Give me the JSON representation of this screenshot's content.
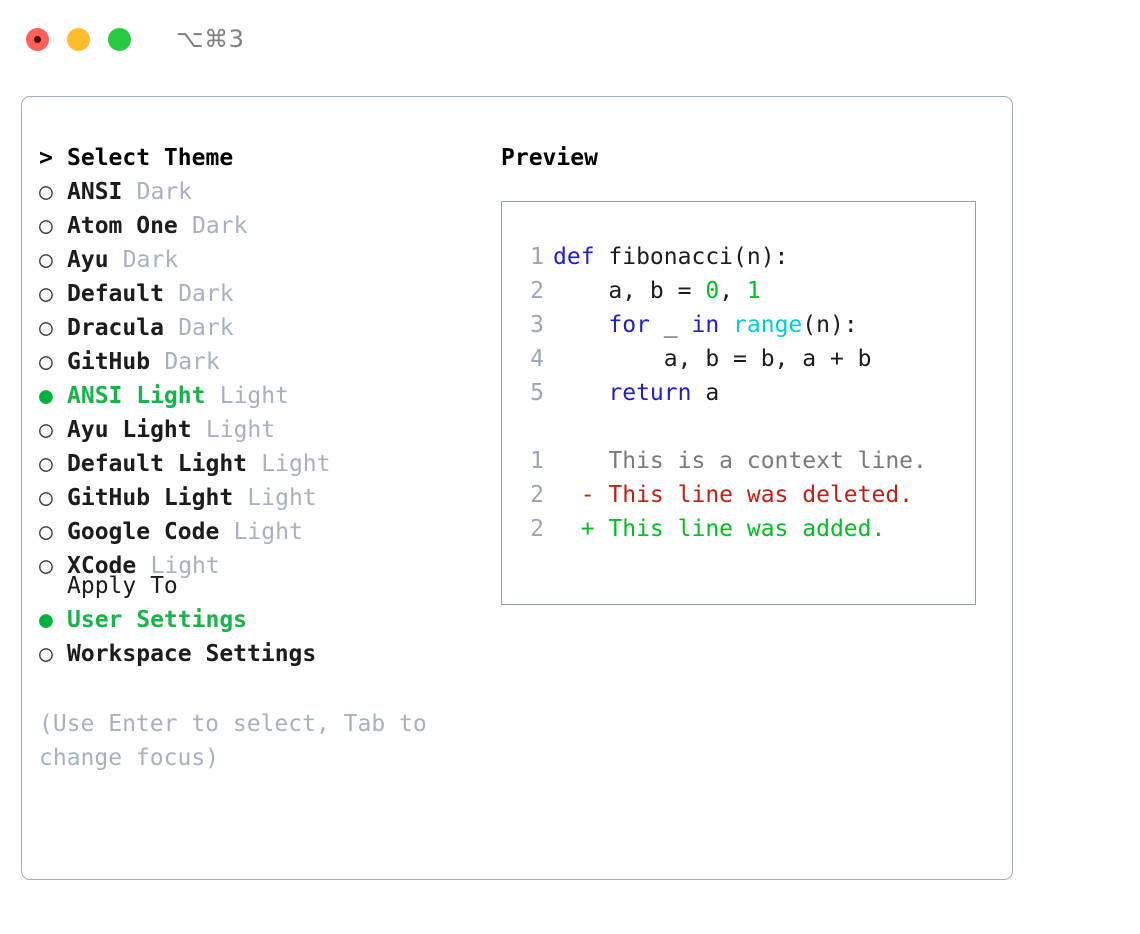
{
  "window": {
    "shortcut_label": "⌥⌘3",
    "traffic_lights": [
      {
        "name": "close",
        "color": "#ff6159",
        "pip_color": "#4d0000"
      },
      {
        "name": "minimize",
        "color": "#ffbd2e"
      },
      {
        "name": "zoom",
        "color": "#28c840"
      }
    ]
  },
  "colors": {
    "accent_green": "#17b44a",
    "muted": "#a7b1c0",
    "border": "#a3aebd",
    "preview_border": "#92a0b3",
    "keyword_blue": "#1d1dd6",
    "function_cyan": "#00cfcf",
    "number_green": "#00bf23",
    "diff_delete_red": "#c21f13",
    "diff_add_green": "#00bf23",
    "gutter_gray": "#9aa6b6"
  },
  "theme_picker": {
    "header_prefix": ">",
    "header_label": "Select Theme",
    "bullet_selected": "●",
    "bullet_unselected": "○",
    "items": [
      {
        "name": "ANSI",
        "kind": "Dark",
        "selected": false
      },
      {
        "name": "Atom One",
        "kind": "Dark",
        "selected": false
      },
      {
        "name": "Ayu",
        "kind": "Dark",
        "selected": false
      },
      {
        "name": "Default",
        "kind": "Dark",
        "selected": false
      },
      {
        "name": "Dracula",
        "kind": "Dark",
        "selected": false
      },
      {
        "name": "GitHub",
        "kind": "Dark",
        "selected": false
      },
      {
        "name": "ANSI Light",
        "kind": "Light",
        "selected": true
      },
      {
        "name": "Ayu Light",
        "kind": "Light",
        "selected": false
      },
      {
        "name": "Default Light",
        "kind": "Light",
        "selected": false
      },
      {
        "name": "GitHub Light",
        "kind": "Light",
        "selected": false
      },
      {
        "name": "Google Code",
        "kind": "Light",
        "selected": false
      },
      {
        "name": "XCode",
        "kind": "Light",
        "selected": false
      }
    ]
  },
  "apply_to": {
    "label": "Apply To",
    "options": [
      {
        "name": "User Settings",
        "selected": true
      },
      {
        "name": "Workspace Settings",
        "selected": false
      }
    ]
  },
  "hint": {
    "text": "(Use Enter to select, Tab to change focus)"
  },
  "preview": {
    "title": "Preview",
    "code_lines": [
      {
        "num": "1",
        "indent": "",
        "tokens": [
          {
            "t": "def",
            "c": "kw"
          },
          {
            "t": " fibonacci(n):",
            "c": "plain"
          }
        ]
      },
      {
        "num": "2",
        "indent": "    ",
        "tokens": [
          {
            "t": "a, b = ",
            "c": "plain"
          },
          {
            "t": "0",
            "c": "num"
          },
          {
            "t": ", ",
            "c": "plain"
          },
          {
            "t": "1",
            "c": "num"
          }
        ]
      },
      {
        "num": "3",
        "indent": "    ",
        "tokens": [
          {
            "t": "for",
            "c": "kw"
          },
          {
            "t": " _ ",
            "c": "plain"
          },
          {
            "t": "in",
            "c": "kw"
          },
          {
            "t": " ",
            "c": "plain"
          },
          {
            "t": "range",
            "c": "fn"
          },
          {
            "t": "(n):",
            "c": "plain"
          }
        ]
      },
      {
        "num": "4",
        "indent": "        ",
        "tokens": [
          {
            "t": "a, b = b, a + b",
            "c": "plain"
          }
        ]
      },
      {
        "num": "5",
        "indent": "    ",
        "tokens": [
          {
            "t": "return",
            "c": "kw"
          },
          {
            "t": " a",
            "c": "plain"
          }
        ]
      }
    ],
    "diff_lines": [
      {
        "num": "1",
        "marker": " ",
        "text": "This is a context line.",
        "kind": "ctx"
      },
      {
        "num": "2",
        "marker": "-",
        "text": "This line was deleted.",
        "kind": "del"
      },
      {
        "num": "2",
        "marker": "+",
        "text": "This line was added.",
        "kind": "add"
      }
    ]
  }
}
